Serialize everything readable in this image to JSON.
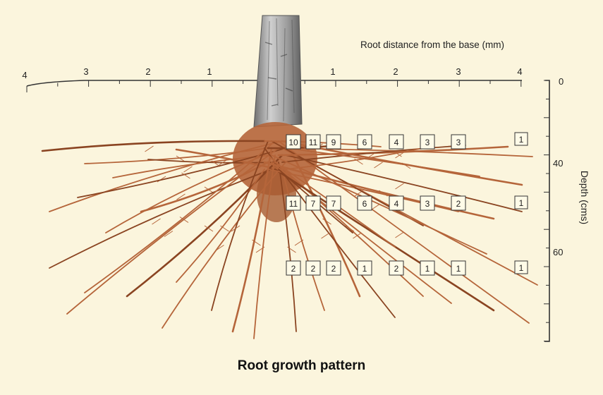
{
  "figure": {
    "top_axis_title": "Root distance from the base (mm)",
    "top_ticks_left": [
      "4",
      "3",
      "2",
      "1"
    ],
    "top_ticks_right": [
      "1",
      "2",
      "3",
      "4"
    ],
    "depth_axis_title": "Depth (cms)",
    "depth_ticks": [
      "0",
      "40",
      "60"
    ],
    "caption": "Root growth pattern"
  },
  "count_rows": [
    [
      "10",
      "11",
      "9",
      "6",
      "4",
      "3",
      "3",
      "1"
    ],
    [
      "11",
      "7",
      "7",
      "6",
      "4",
      "3",
      "2",
      "1"
    ],
    [
      "2",
      "2",
      "2",
      "1",
      "2",
      "1",
      "1",
      "1"
    ]
  ],
  "colors": {
    "background": "#fbf5dd",
    "root": "#b5653a",
    "root_dark": "#8a4421",
    "trunk": "#9a9a9a",
    "box_fill": "#fffbe8",
    "axis": "#333333"
  }
}
